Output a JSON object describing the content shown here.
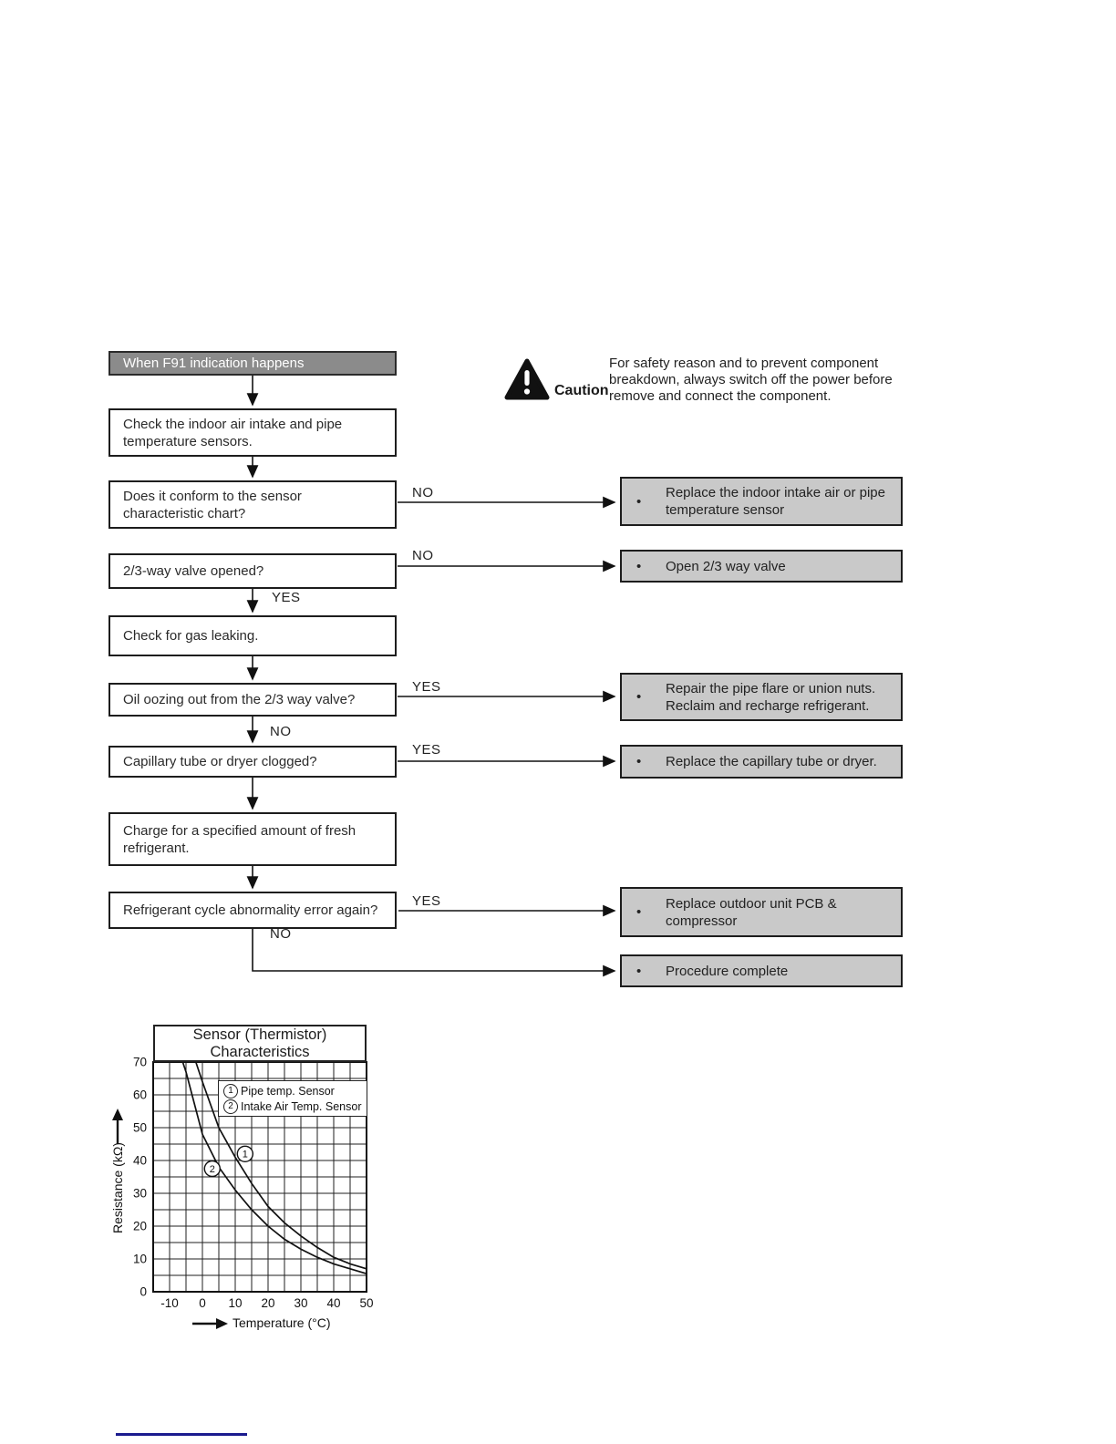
{
  "caution": {
    "label": "Caution",
    "text": "For safety reason and to prevent component breakdown, always switch off the power before remove and connect the component."
  },
  "flowchart": {
    "start": {
      "label": "When F91 indication happens"
    },
    "steps": [
      {
        "text": "Check the indoor air intake and pipe temperature sensors."
      },
      {
        "text": "Does it conform to the sensor characteristic chart?"
      },
      {
        "text": "2/3-way valve opened?"
      },
      {
        "text": "Check for gas leaking."
      },
      {
        "text": "Oil oozing out from the 2/3 way valve?"
      },
      {
        "text": "Capillary tube or dryer clogged?"
      },
      {
        "text": "Charge for a specified amount of fresh refrigerant."
      },
      {
        "text": "Refrigerant cycle abnormality error again?"
      }
    ],
    "actions": [
      {
        "text": "Replace the indoor intake air or pipe temperature sensor"
      },
      {
        "text": "Open 2/3 way valve"
      },
      {
        "text": "Repair the pipe flare or union nuts. Reclaim and recharge refrigerant."
      },
      {
        "text": "Replace the capillary tube or dryer."
      },
      {
        "text": "Replace outdoor unit PCB & compressor"
      },
      {
        "text": "Procedure complete"
      }
    ],
    "bullet": "•",
    "edge_labels": [
      "NO",
      "NO",
      "YES",
      "YES",
      "NO",
      "YES",
      "YES",
      "NO"
    ]
  },
  "chart_data": {
    "type": "line",
    "title": "Sensor (Thermistor) Characteristics",
    "xlabel": "Temperature (°C)",
    "ylabel": "Resistance (kΩ)",
    "xlim": [
      -15,
      50
    ],
    "ylim": [
      0,
      70
    ],
    "grid_step": 5,
    "grid": true,
    "x_ticks": [
      -10,
      0,
      10,
      20,
      30,
      40,
      50
    ],
    "y_ticks": [
      0,
      10,
      20,
      30,
      40,
      50,
      60,
      70
    ],
    "legend_position": "top-right-inside",
    "series": [
      {
        "name": "Pipe temp. Sensor",
        "marker": "1",
        "x": [
          -2,
          0,
          5,
          10,
          15,
          20,
          25,
          30,
          35,
          40,
          45,
          50
        ],
        "y": [
          70,
          64,
          50,
          41,
          33,
          26,
          21,
          17,
          13.5,
          10.5,
          8.5,
          7
        ]
      },
      {
        "name": "Intake Air Temp. Sensor",
        "marker": "2",
        "x": [
          -6,
          -5,
          0,
          5,
          10,
          15,
          20,
          25,
          30,
          35,
          40,
          45,
          50
        ],
        "y": [
          70,
          67,
          48,
          38,
          31,
          25,
          20,
          16,
          13,
          10.5,
          8.5,
          7,
          5.5
        ]
      }
    ],
    "annotations": [
      {
        "marker": "1",
        "x": 13,
        "y": 42
      },
      {
        "marker": "2",
        "x": 3,
        "y": 37.5
      }
    ]
  }
}
